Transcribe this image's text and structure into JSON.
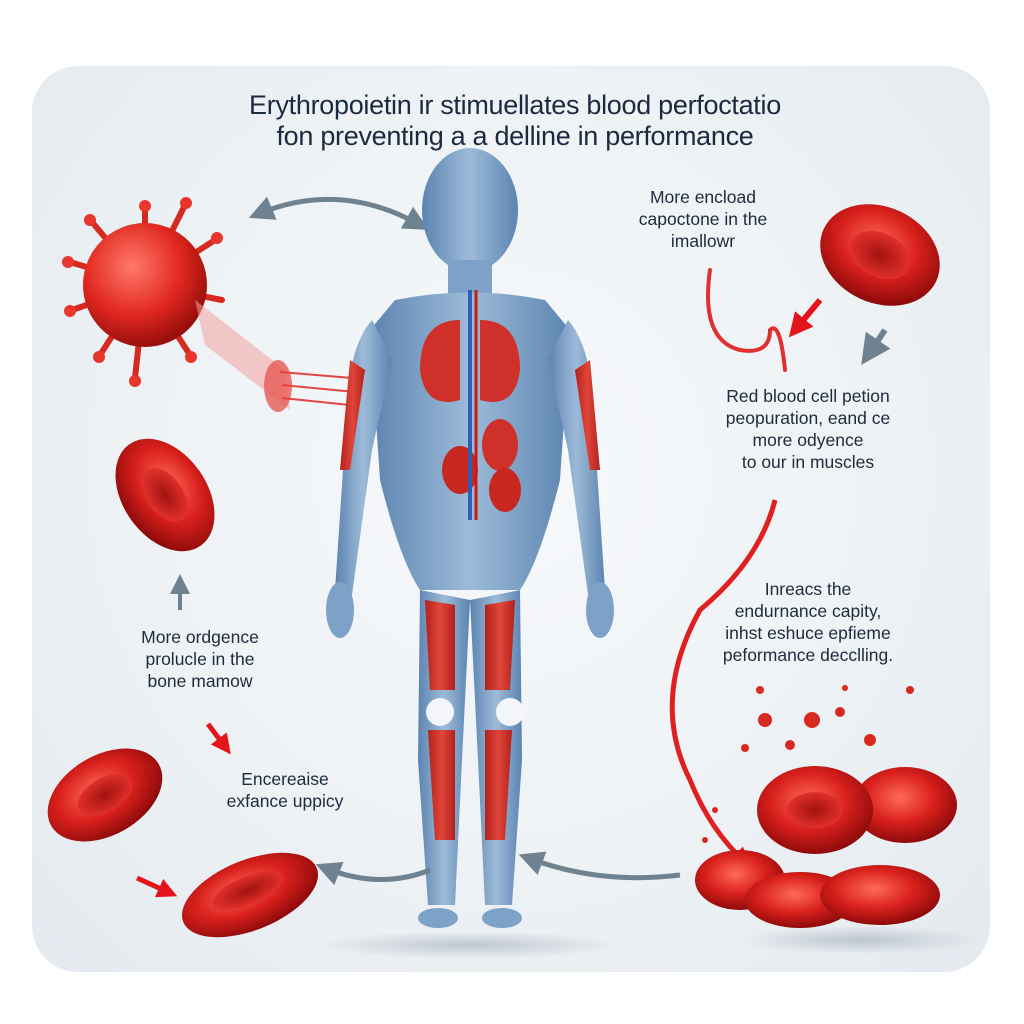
{
  "title": {
    "line1": "Erythropoietin ir stimuellates blood perfoctatio",
    "line2": "fon preventing a a delline in performance"
  },
  "labels": {
    "top_right": [
      "More encload",
      "capoctone in the",
      "imallowr"
    ],
    "mid_right": [
      "Red blood cell petion",
      "peopuration, eand ce",
      "more odyence",
      "to our  in muscles"
    ],
    "lower_right": [
      "Inreacs the",
      "endurnance capity,",
      "inhst eshuce epfieme",
      "peformance decclling."
    ],
    "left": [
      "More ordgence",
      "prolucle  in the",
      "bone mamow"
    ],
    "bottom_left": [
      "Encereaise",
      "exfance uppicy"
    ]
  },
  "colors": {
    "panel": "#eef2f5",
    "text": "#1b2a3f",
    "blood_red": "#d81e1e",
    "arrow_gray": "#6f8290",
    "arrow_red": "#e5141a",
    "body_blue": "#6f95bf"
  },
  "icons": [
    "virus-cell-icon",
    "red-blood-cell-icon",
    "human-body-anatomy-icon",
    "double-headed-arrow-icon",
    "red-arrow-icon",
    "gray-arrow-icon",
    "blood-cell-cluster-icon"
  ]
}
